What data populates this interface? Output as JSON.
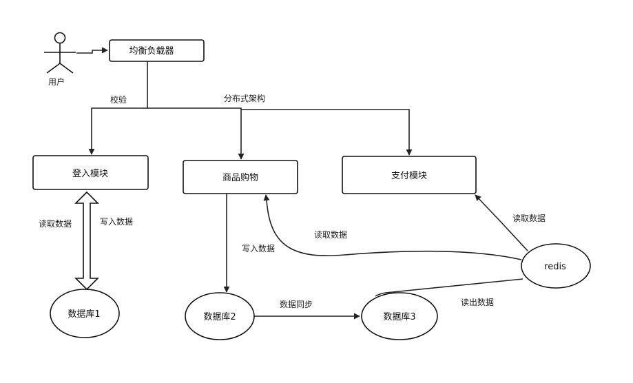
{
  "actor": {
    "label": "用户"
  },
  "nodes": {
    "balancer": "均衡负载器",
    "login": "登入模块",
    "shop": "商品购物",
    "pay": "支付模块",
    "db1": "数据库1",
    "db2": "数据库2",
    "db3": "数据库3",
    "redis": "redis"
  },
  "edge_labels": {
    "verify": "校验",
    "distributed": "分布式架构",
    "db1_read": "读取数据",
    "db1_write": "写入数据",
    "shop_write": "写入数据",
    "sync": "数据同步",
    "redis_shop_read": "读取数据",
    "redis_pay_read": "读取数据",
    "redis_out": "读出数据"
  }
}
